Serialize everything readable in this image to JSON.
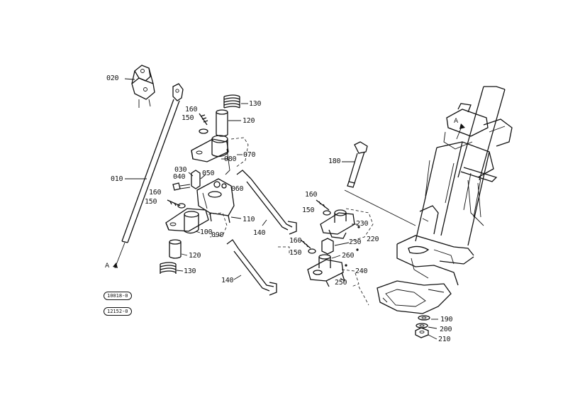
{
  "parts": {
    "p020": "020",
    "p130a": "130",
    "p160a": "160",
    "p120a": "120",
    "p150a": "150",
    "p070": "070",
    "p080": "080",
    "p030": "030",
    "p050": "050",
    "p040": "040",
    "p060": "060",
    "p010": "010",
    "p160b": "160",
    "p150b": "150",
    "p110": "110",
    "p100": "100",
    "p090": "090",
    "p140a": "140",
    "p120b": "120",
    "p130b": "130",
    "p140b": "140",
    "p180": "180",
    "p160c": "160",
    "p150c": "150",
    "p230a": "230",
    "p220": "220",
    "p160d": "160",
    "p150d": "150",
    "p230b": "230",
    "p260": "260",
    "p240": "240",
    "p250": "250",
    "p190": "190",
    "p200": "200",
    "p210": "210"
  },
  "marks": {
    "arrow_a_left": "A",
    "arrow_a_right": "A"
  },
  "stamps": {
    "stamp1": "10018-0",
    "stamp2": "12152-0"
  }
}
